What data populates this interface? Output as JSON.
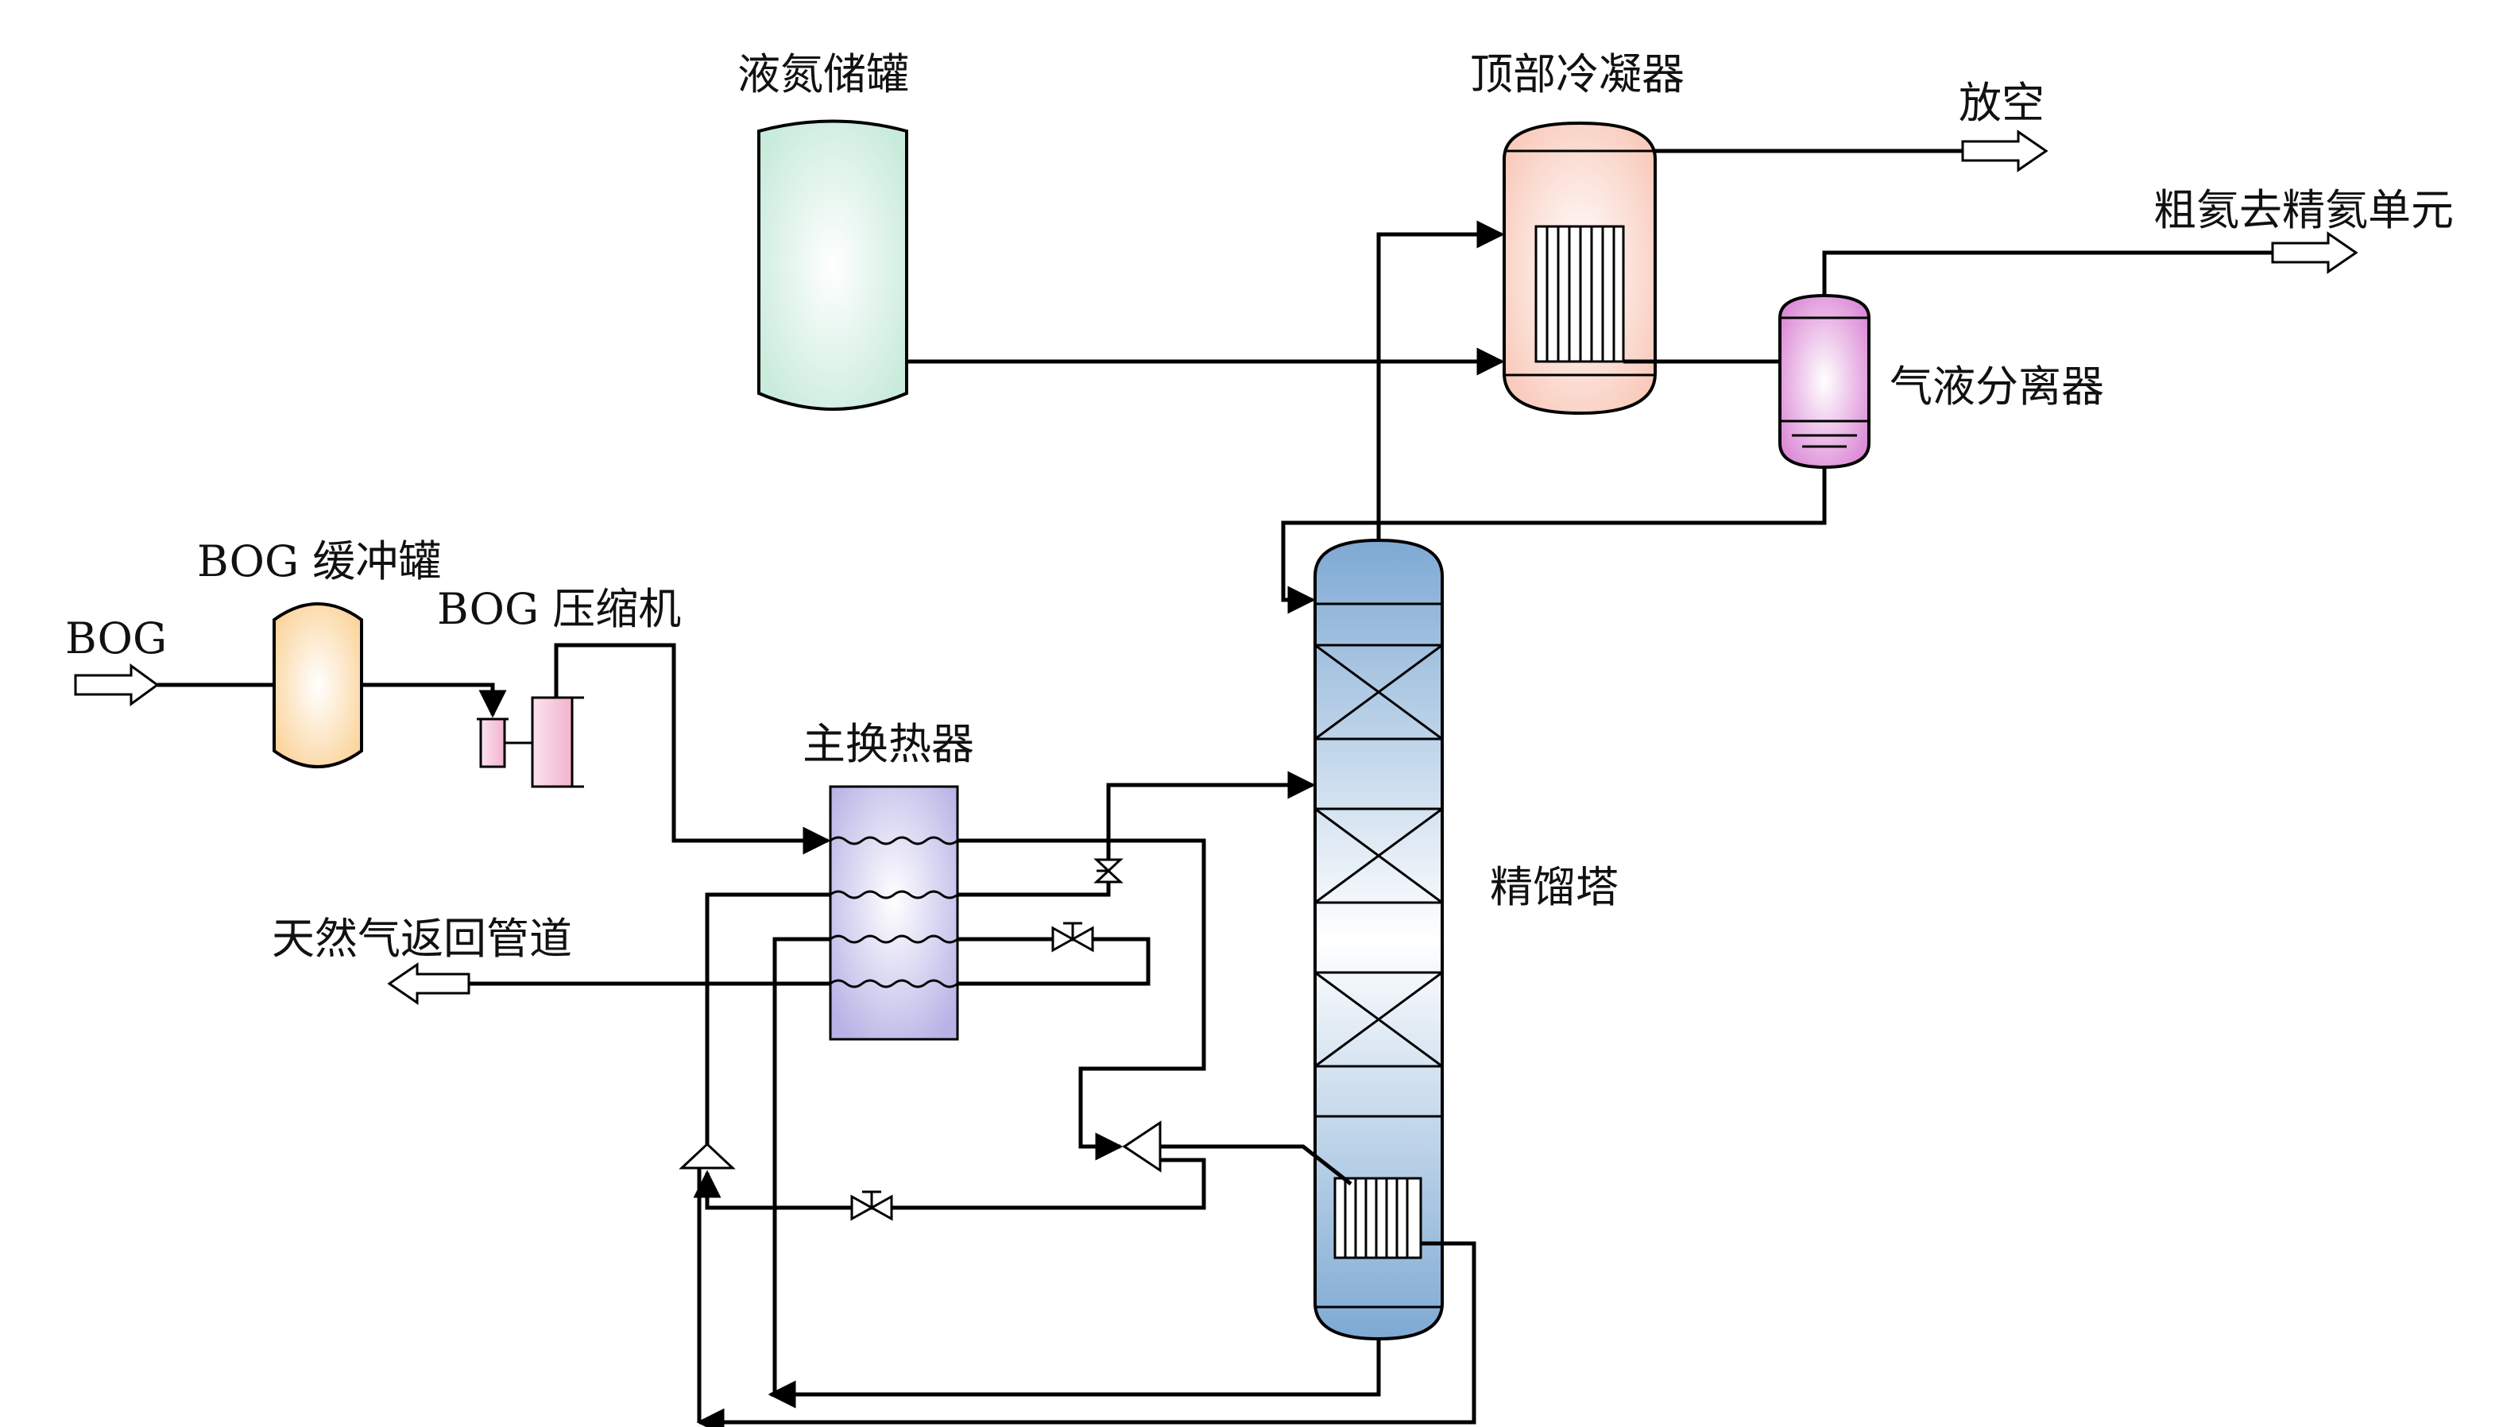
{
  "labels": {
    "ln2_tank": "液氮储罐",
    "top_condenser": "顶部冷凝器",
    "vent": "放空",
    "crude_nitrogen": "粗氦去精氦单元",
    "gas_liquid_separator": "气液分离器",
    "bog_buffer_tank": "BOG 缓冲罐",
    "bog_compressor": "BOG 压缩机",
    "bog_inlet": "BOG",
    "main_heat_exchanger": "主换热器",
    "distillation_column": "精馏塔",
    "ng_return_pipe": "天然气返回管道"
  },
  "colors": {
    "ln2_tank": "#d3efe3",
    "top_condenser": "#fcd8cc",
    "separator": "#e6a2e0",
    "buffer_tank": "#fde4bd",
    "compressor": "#f7c6dc",
    "heat_exchanger": "#c9c6ec",
    "column": "#8db4d8"
  }
}
